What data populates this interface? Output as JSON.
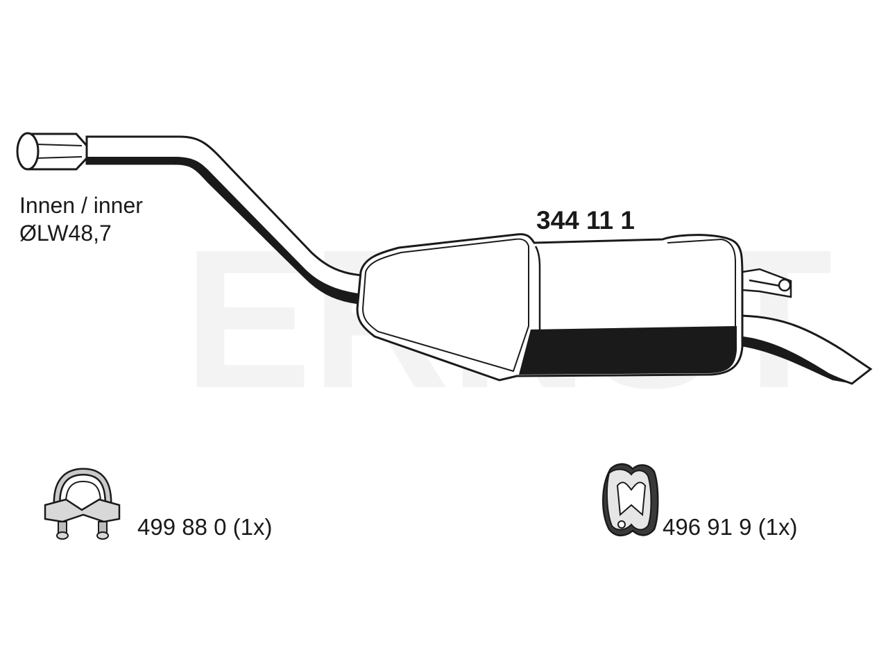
{
  "diagram": {
    "inner_label": "Innen / inner",
    "inner_diameter": "ØLW48,7",
    "part_number": "344 11 1",
    "watermark_text": "ERNST",
    "accessories": [
      {
        "icon": "pipe-clamp-icon",
        "label": "499 88 0 (1x)"
      },
      {
        "icon": "rubber-hanger-icon",
        "label": "496 91 9 (1x)"
      }
    ]
  },
  "colors": {
    "line": "#1a1a1a",
    "watermark": "#f3f3f3",
    "background": "#ffffff"
  }
}
